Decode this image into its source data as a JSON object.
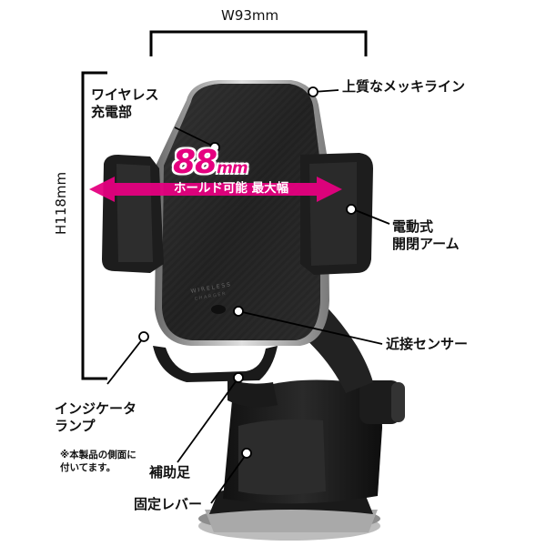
{
  "dimensions": {
    "width_label": "W93mm",
    "height_label": "H118mm"
  },
  "hold_width": {
    "value": "88",
    "unit": "mm",
    "caption": "ホールド可能 最大幅"
  },
  "labels": {
    "wireless_charging": "ワイヤレス\n充電部",
    "plating_line": "上質なメッキライン",
    "electric_arm": "電動式\n開閉アーム",
    "proximity_sensor": "近接センサー",
    "indicator_lamp": "インジケータ\nランプ",
    "indicator_note": "※本製品の側面に\n付いてます。",
    "support_foot": "補助足",
    "lock_lever": "固定レバー"
  },
  "colors": {
    "accent": "#e5007f",
    "device_body": "#1f1f1f",
    "chrome": "#9a9a9a"
  }
}
